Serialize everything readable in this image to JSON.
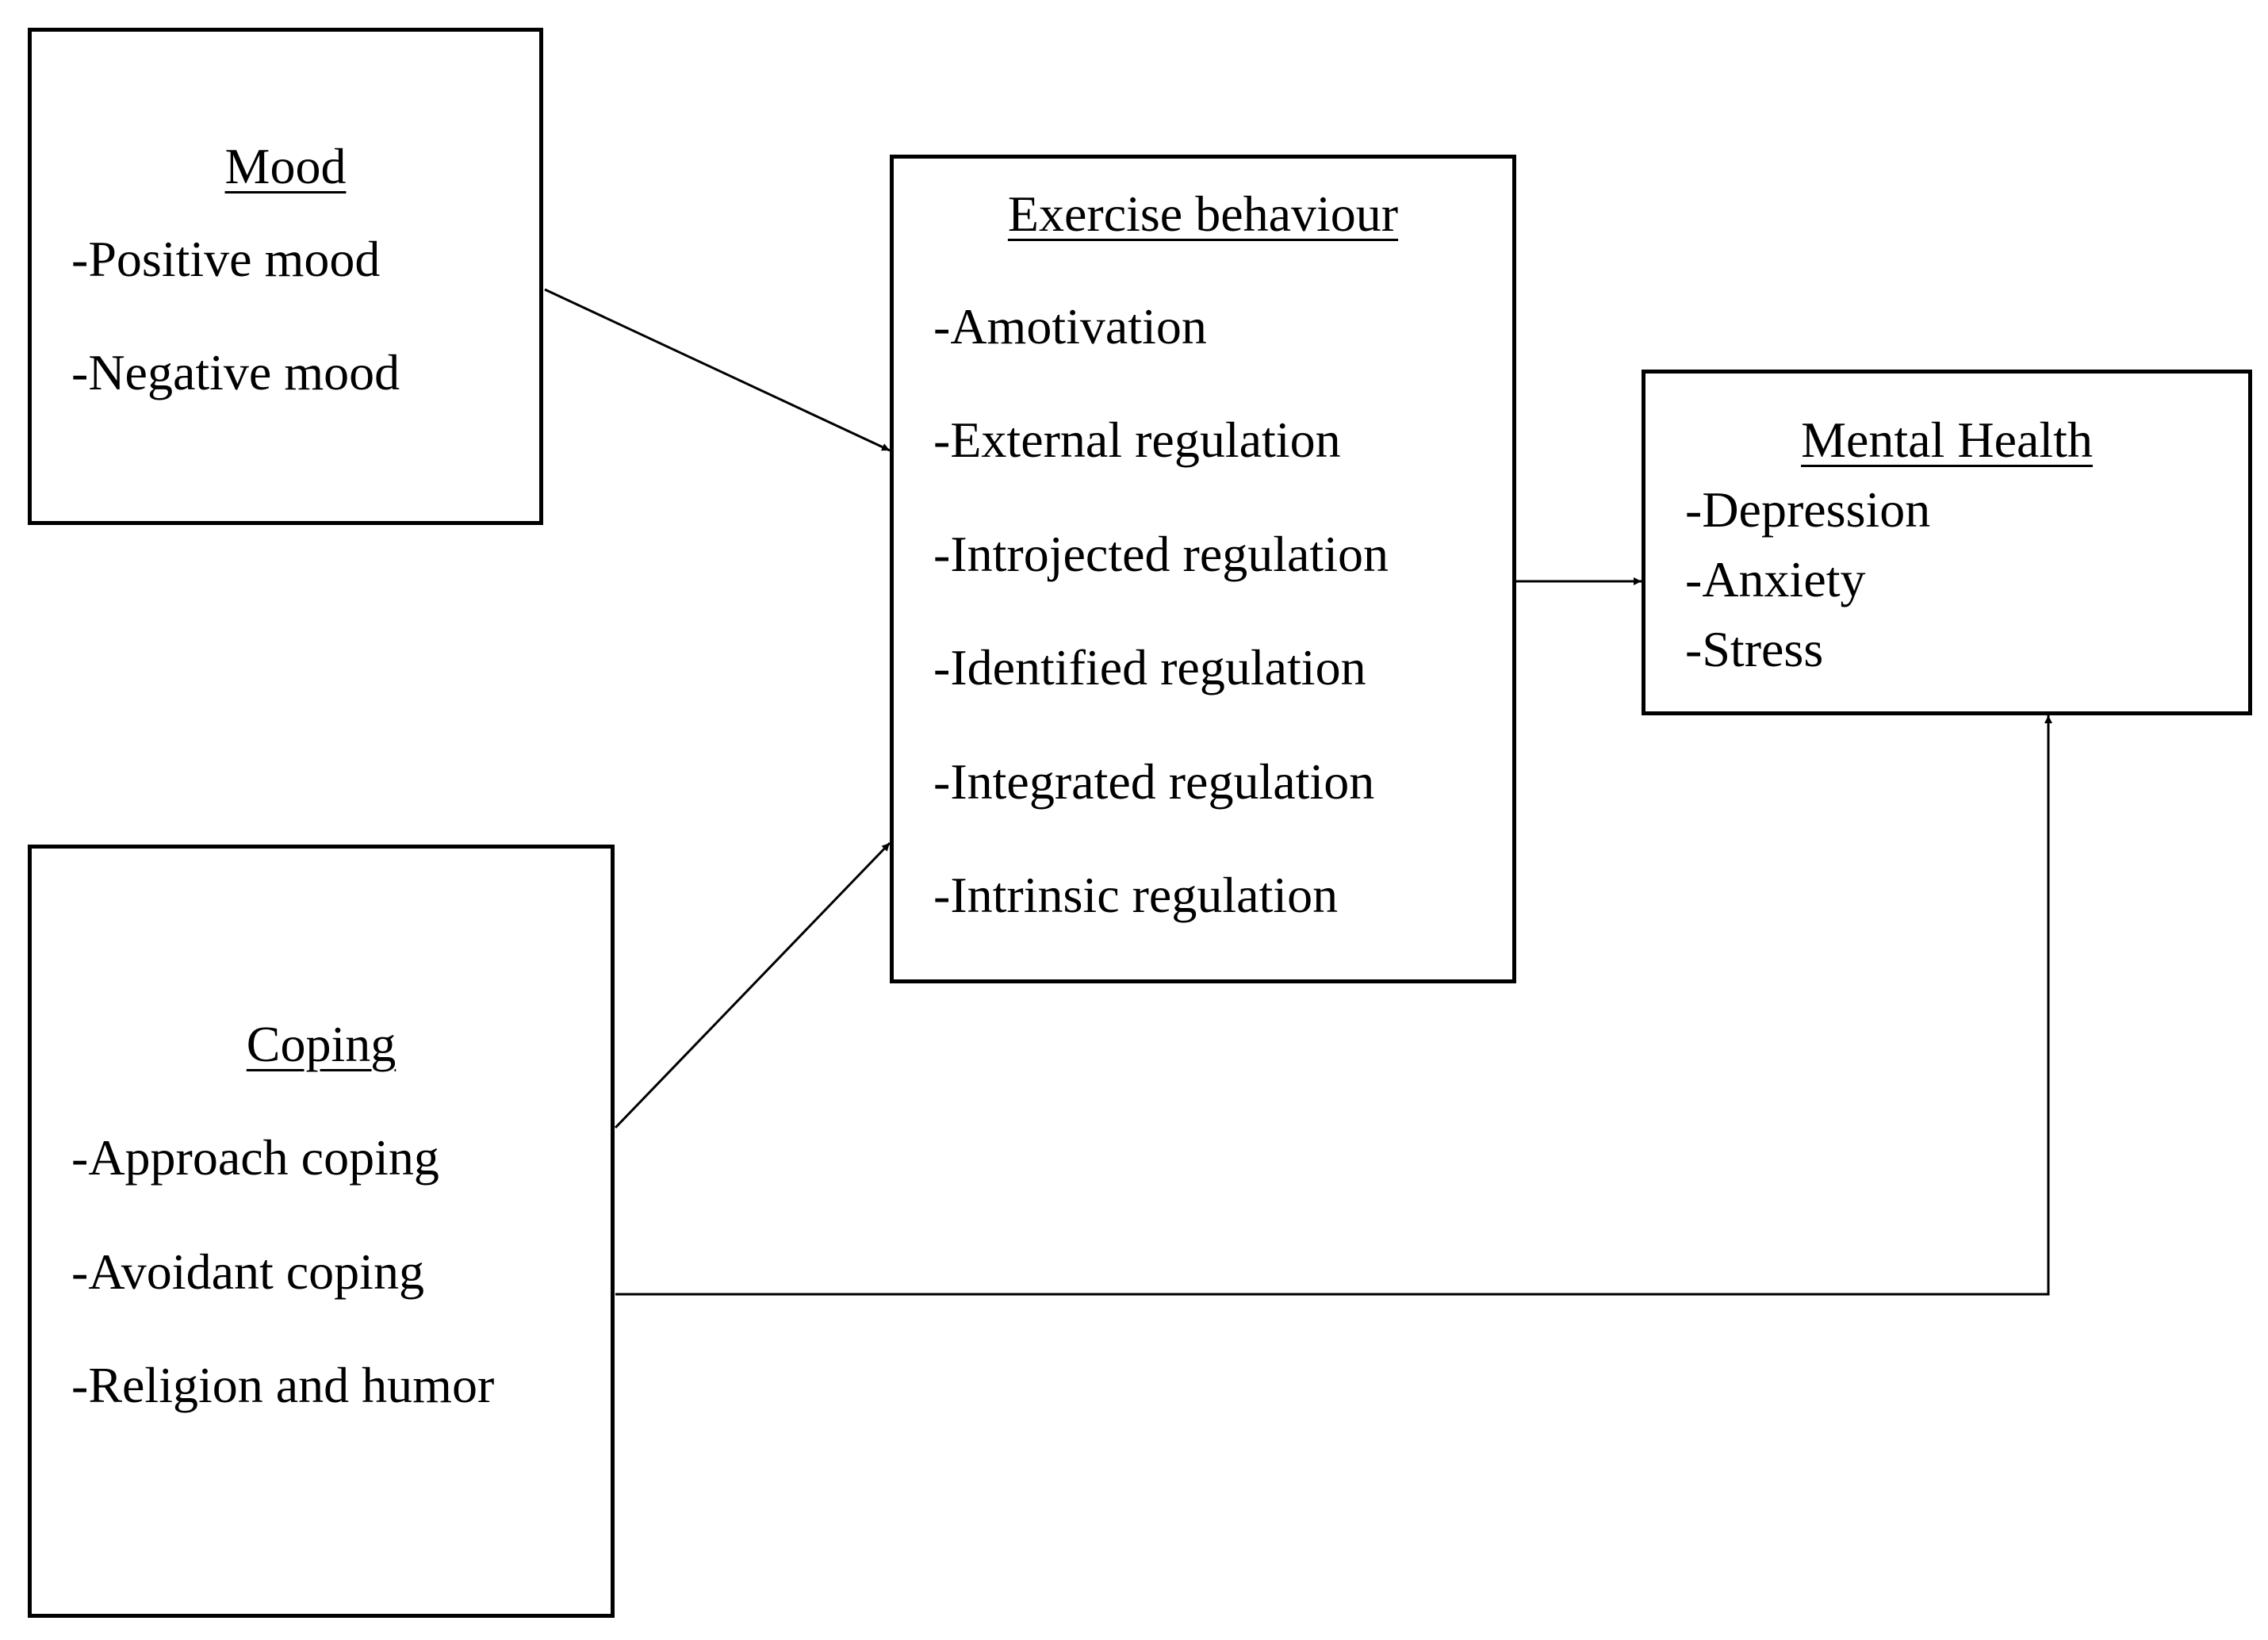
{
  "nodes": {
    "mood": {
      "title": "Mood",
      "items": [
        "-Positive mood",
        "-Negative mood"
      ]
    },
    "coping": {
      "title": "Coping",
      "items": [
        "-Approach coping",
        "-Avoidant coping",
        "-Religion and humor"
      ]
    },
    "exercise": {
      "title": "Exercise behaviour",
      "items": [
        "-Amotivation",
        "-External regulation",
        "-Introjected regulation",
        "-Identified regulation",
        "-Integrated regulation",
        "-Intrinsic regulation"
      ]
    },
    "mental_health": {
      "title": "Mental Health",
      "items": [
        "-Depression",
        "-Anxiety",
        "-Stress"
      ]
    }
  },
  "edges": [
    {
      "from": "mood",
      "to": "exercise"
    },
    {
      "from": "coping",
      "to": "exercise"
    },
    {
      "from": "exercise",
      "to": "mental_health"
    },
    {
      "from": "coping",
      "to": "mental_health"
    }
  ]
}
